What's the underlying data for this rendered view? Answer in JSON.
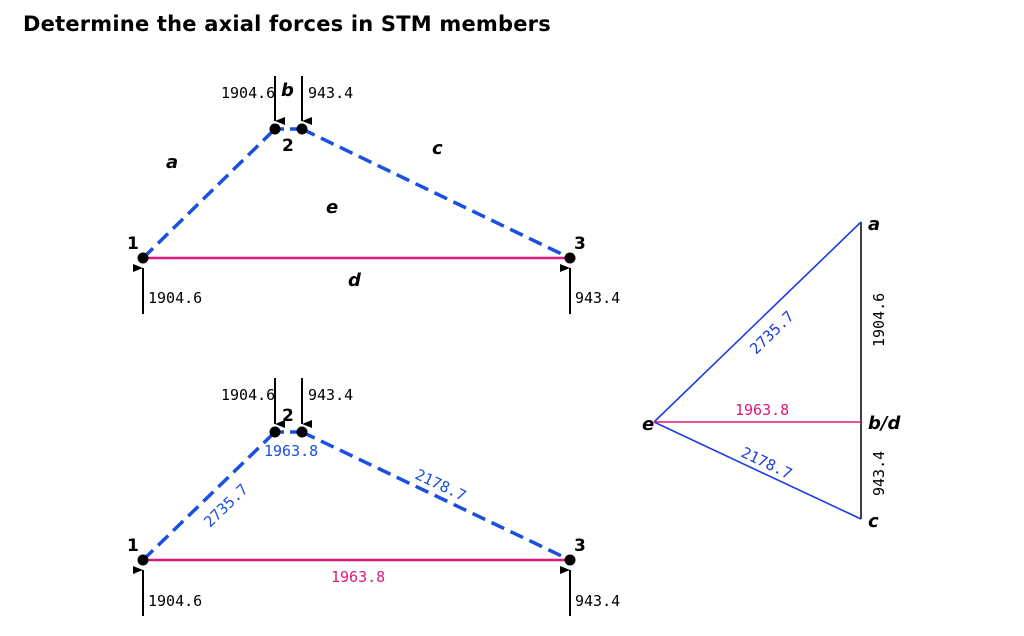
{
  "title": "Determine the axial forces in STM members",
  "colors": {
    "strut": "#1a4fe0",
    "tie": "#e0177a",
    "ink": "#000000",
    "polygon": "#1a3ce0"
  },
  "top_diagram": {
    "nodes": {
      "n1": "1",
      "n2": "2",
      "n3": "3"
    },
    "regions": {
      "a": "a",
      "b": "b",
      "c": "c",
      "d": "d",
      "e": "e"
    },
    "loads": {
      "top_left": "1904.6",
      "top_right": "943.4",
      "support_left": "1904.6",
      "support_right": "943.4"
    }
  },
  "bottom_diagram": {
    "nodes": {
      "n1": "1",
      "n2": "2",
      "n3": "3"
    },
    "loads": {
      "top_left": "1904.6",
      "top_right": "943.4",
      "support_left": "1904.6",
      "support_right": "943.4"
    },
    "forces": {
      "strut_left": "2735.7",
      "strut_right": "2178.7",
      "strut_top": "1963.8",
      "tie": "1963.8"
    }
  },
  "force_polygon": {
    "points": {
      "a": "a",
      "bd": "b/d",
      "c": "c",
      "e": "e"
    },
    "values": {
      "ab": "1904.6",
      "bc": "943.4",
      "ea": "2735.7",
      "ec": "2178.7",
      "ed": "1963.8"
    }
  }
}
